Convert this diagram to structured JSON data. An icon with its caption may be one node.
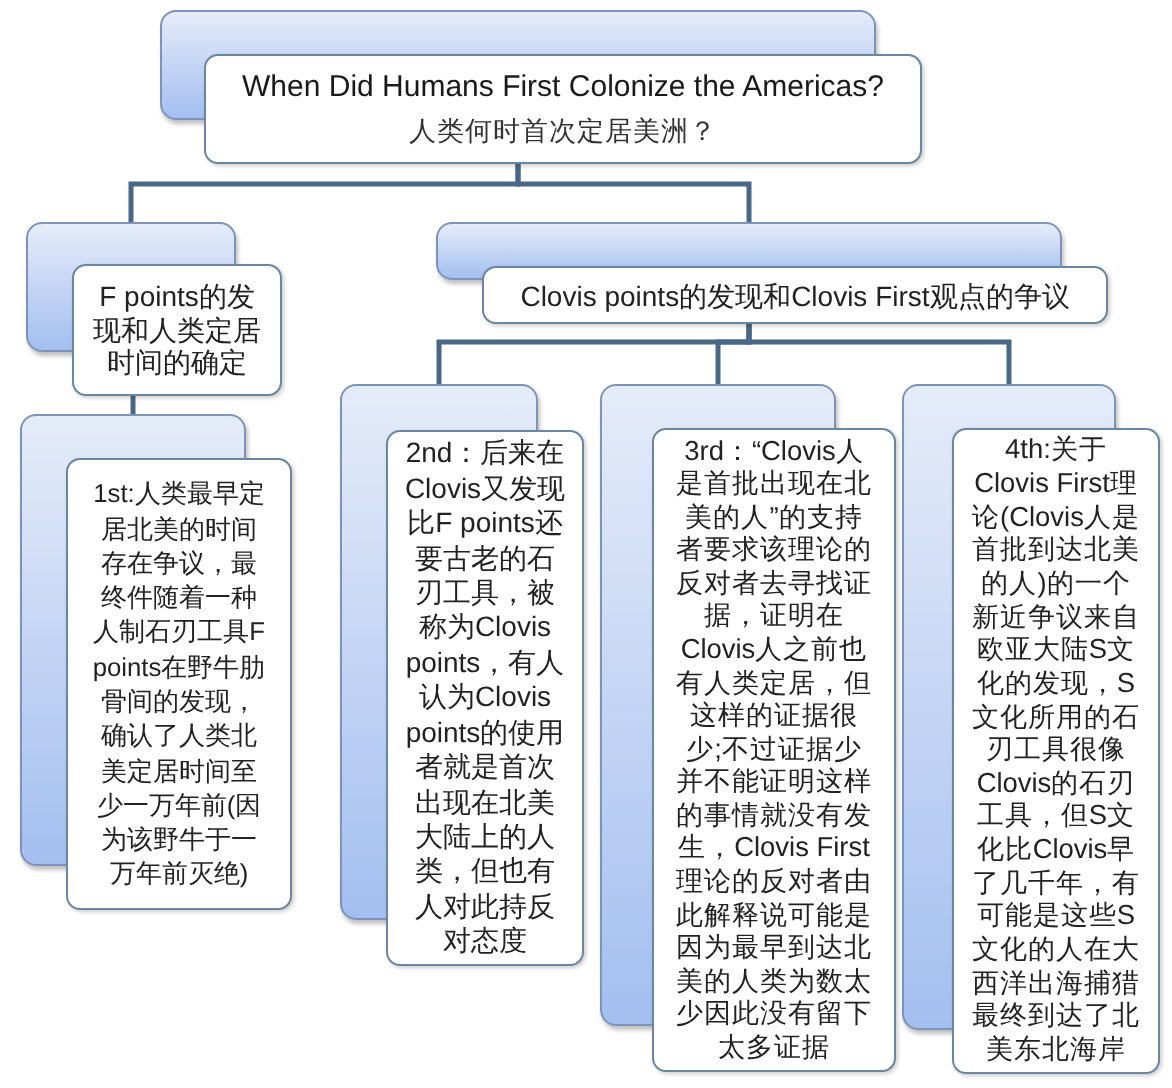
{
  "diagram": {
    "nodes": [
      {
        "text": [
          "When Did Humans First Colonize the Americas?",
          "人类何时首次定居美洲？"
        ]
      },
      {
        "text": [
          "F points的发现和人类定居时间的确定"
        ]
      },
      {
        "text": [
          "Clovis points的发现和Clovis First观点的争议"
        ]
      },
      {
        "text": [
          "1st:人类最早定居北美的时间存在争议，最终件随着一种人制石刃工具F points在野牛肋骨间的发现，确认了人类北美定居时间至少一万年前(因为该野牛于一万年前灭绝)"
        ]
      },
      {
        "text": [
          "2nd：后来在Clovis又发现比F points还要古老的石刃工具，被称为Clovis points，有人认为Clovis points的使用者就是首次出现在北美大陆上的人类，但也有人对此持反对态度"
        ]
      },
      {
        "text": [
          "3rd：“Clovis人是首批出现在北美的人”的支持者要求该理论的反对者去寻找证据，证明在Clovis人之前也有人类定居，但这样的证据很少;不过证据少并不能证明这样的事情就没有发生，Clovis First理论的反对者由此解释说可能是因为最早到达北美的人类为数太少因此没有留下太多证据"
        ]
      },
      {
        "text": [
          "4th:关于Clovis First理论(Clovis人是首批到达北美的人)的一个新近争议来自欧亚大陆S文化的发现，S文化所用的石刃工具很像Clovis的石刃工具，但S文化比Clovis早了几千年，有可能是这些S文化的人在大西洋出海捕猎最终到达了北美东北海岸"
        ]
      }
    ],
    "edges": [
      {
        "from": 0,
        "to": 1,
        "arrow": "none"
      },
      {
        "from": 0,
        "to": 2,
        "arrow": "none"
      },
      {
        "from": 1,
        "to": 3,
        "arrow": "none"
      },
      {
        "from": 2,
        "to": 4,
        "arrow": "none"
      },
      {
        "from": 2,
        "to": 5,
        "arrow": "none"
      },
      {
        "from": 2,
        "to": 6,
        "arrow": "none"
      }
    ]
  }
}
